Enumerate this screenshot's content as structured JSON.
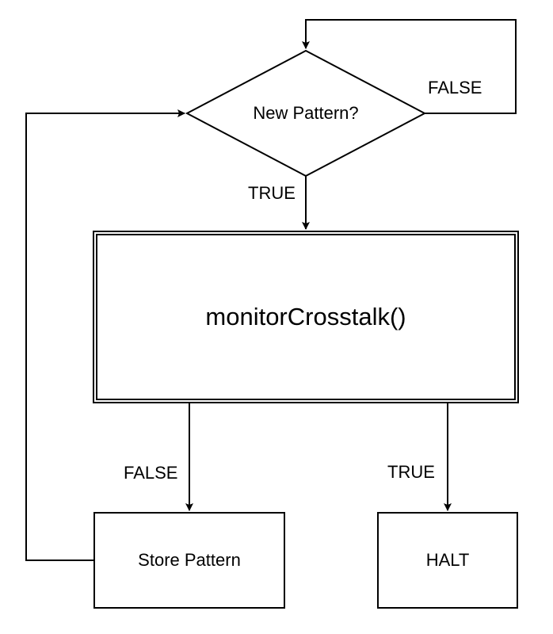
{
  "diagram": {
    "nodes": {
      "decision": {
        "label": "New Pattern?",
        "shape": "diamond"
      },
      "process": {
        "label": "monitorCrosstalk()",
        "shape": "double-border-rectangle"
      },
      "store": {
        "label": "Store Pattern",
        "shape": "rectangle"
      },
      "halt": {
        "label": "HALT",
        "shape": "rectangle"
      }
    },
    "edges": {
      "decision_false_loop": {
        "label": "FALSE",
        "from": "decision",
        "to": "decision"
      },
      "decision_true": {
        "label": "TRUE",
        "from": "decision",
        "to": "process"
      },
      "process_false": {
        "label": "FALSE",
        "from": "process",
        "to": "store"
      },
      "process_true": {
        "label": "TRUE",
        "from": "process",
        "to": "halt"
      },
      "store_loop": {
        "label": "",
        "from": "store",
        "to": "decision"
      }
    },
    "colors": {
      "stroke": "#000000",
      "background": "#ffffff",
      "text": "#000000"
    }
  }
}
